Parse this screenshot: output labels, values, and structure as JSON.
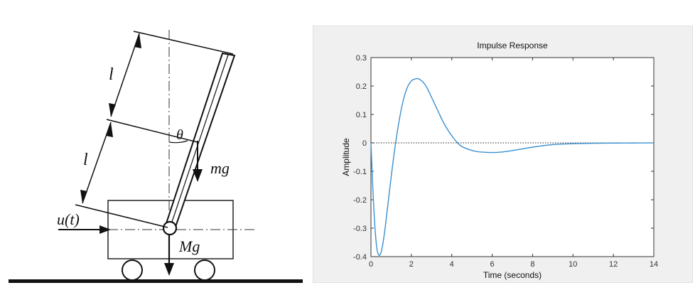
{
  "diagram": {
    "labels": {
      "length_upper": "l",
      "length_lower": "l",
      "angle": "θ",
      "pendulum_weight": "mg",
      "input_force": "u(t)",
      "cart_weight": "Mg"
    }
  },
  "chart_data": {
    "type": "line",
    "title": "Impulse Response",
    "xlabel": "Time (seconds)",
    "ylabel": "Amplitude",
    "xlim": [
      0,
      14
    ],
    "ylim": [
      -0.4,
      0.3
    ],
    "xticks": [
      0,
      2,
      4,
      6,
      8,
      10,
      12,
      14
    ],
    "yticks": [
      -0.4,
      -0.3,
      -0.2,
      -0.1,
      0,
      0.1,
      0.2,
      0.3
    ],
    "xtick_labels": [
      "0",
      "2",
      "4",
      "6",
      "8",
      "10",
      "12",
      "14"
    ],
    "ytick_labels": [
      "-0.4",
      "-0.3",
      "-0.2",
      "-0.1",
      "0",
      "0.1",
      "0.2",
      "0.3"
    ],
    "grid": false,
    "reference_line": 0,
    "series": [
      {
        "color": "#3a8fd0",
        "x": [
          0,
          0.1,
          0.2,
          0.3,
          0.4,
          0.5,
          0.6,
          0.7,
          0.8,
          1.0,
          1.2,
          1.4,
          1.6,
          1.8,
          2.0,
          2.2,
          2.3,
          2.4,
          2.6,
          2.8,
          3.0,
          3.3,
          3.6,
          4.0,
          4.4,
          4.8,
          5.2,
          5.6,
          6.0,
          6.3,
          6.6,
          7.0,
          7.5,
          8.0,
          8.5,
          9.0,
          9.5,
          10.0,
          10.5,
          11.0,
          11.5,
          12.0,
          12.5,
          13.0,
          13.5,
          14.0
        ],
        "y": [
          0,
          -0.17,
          -0.3,
          -0.375,
          -0.395,
          -0.385,
          -0.35,
          -0.3,
          -0.24,
          -0.12,
          -0.01,
          0.08,
          0.15,
          0.195,
          0.218,
          0.225,
          0.226,
          0.224,
          0.212,
          0.19,
          0.16,
          0.115,
          0.07,
          0.025,
          -0.008,
          -0.022,
          -0.03,
          -0.033,
          -0.034,
          -0.033,
          -0.031,
          -0.027,
          -0.021,
          -0.015,
          -0.01,
          -0.006,
          -0.004,
          -0.003,
          -0.002,
          -0.0015,
          -0.001,
          -0.0007,
          -0.0005,
          -0.0003,
          -0.0002,
          -0.0001
        ]
      }
    ]
  }
}
